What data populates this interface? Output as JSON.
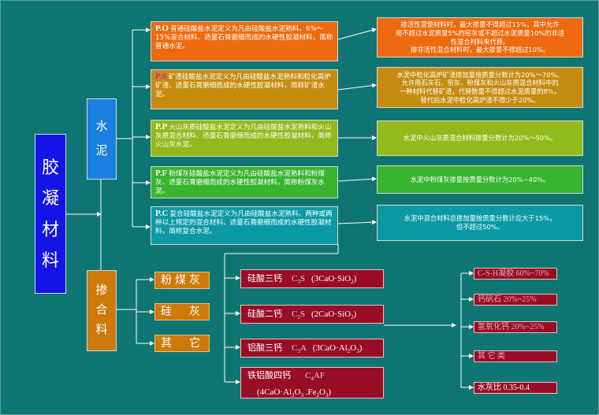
{
  "root": {
    "chars": [
      "胶",
      "凝",
      "材",
      "料"
    ]
  },
  "cement": {
    "chars": [
      "水",
      "泥"
    ],
    "types": [
      {
        "code": "P.O",
        "text": "普通硅酸盐水泥定义为凡由硅酸盐水泥熟料、6%～15%混合材料、适量石膏磨细而成的水硬性胶凝材料，简称普通水泥。",
        "bg": "#ee6a0e",
        "code_color": "#ffffff"
      },
      {
        "code": "P.S",
        "text": "矿渣硅酸盐水泥定义为凡由硅酸盐水泥熟料和粒化高炉矿渣、适量石膏磨细而成的水硬性胶凝材料，简称矿渣水泥。",
        "bg": "#c58c10",
        "code_color": "#e018c8"
      },
      {
        "code": "P.P",
        "text": "火山灰质硅酸盐水泥定义为凡由硅酸盐水泥熟料和火山灰质混合材料、适量石膏磨细而成的水硬性胶凝材料，简称火山灰水泥。",
        "bg": "#93b91c",
        "code_color": "#e018c8"
      },
      {
        "code": "P.F",
        "text": "粉煤灰硅酸盐水泥定义为凡由硅酸盐水泥熟料和粉煤灰、适量石膏磨细而成的水硬性胶凝材料，简称粉煤灰水泥。",
        "bg": "#39b42f",
        "code_color": "#e018c8"
      },
      {
        "code": "P.C",
        "text": "复合硅酸盐水泥定义为凡由硅酸盐水泥熟料、两种或两种以上规定的混合材料、适量石膏磨细而成的水硬性胶凝材料，简称复合水泥。",
        "bg": "#0b9aa5",
        "code_color": "#e018c8"
      }
    ],
    "descriptions": [
      {
        "lines": [
          "掺活性混使材料时，最大掺量不得超过15%，其中允许",
          "用不超过水泥质量5%的窑灰或不超过水泥质量10%的非活",
          "性混合材料来代替。",
          "掺非活性混合材料时，最大掺量不得超过10%。"
        ],
        "bg": "#ee6a0e"
      },
      {
        "lines": [
          "水泥中粒化高炉矿渣掺加量按质量分数计为20%～70%。",
          "允许用石灰石、窑灰、粉煤灰和火山灰质混合材料中的",
          "一种材料代替矿渣，代替数量不得超过水泥质量的8%，",
          "替代后水泥中粒化高炉渣不得少于20%。"
        ],
        "bg": "#c58c10"
      },
      {
        "lines": [
          "水泥中火山灰质混合材料掺量分数计为20%～50%。"
        ],
        "bg": "#93b91c"
      },
      {
        "lines": [
          "水泥中粉煤灰掺量按质量分数计为20%~40%。"
        ],
        "bg": "#39b42f"
      },
      {
        "lines": [
          "水泥中混合材料总掺加量按质量分数计应大于15%，",
          "但不超过50%。"
        ],
        "bg": "#0b9aa5"
      }
    ]
  },
  "admixture": {
    "chars": [
      "掺",
      "合",
      "料"
    ],
    "items": [
      "粉煤灰",
      "硅　灰",
      "其　它"
    ]
  },
  "minerals": [
    {
      "name": "硅酸三钙",
      "sym": "C",
      "sub": "3",
      "sym2": "S",
      "formula": "(3CaO·SiO",
      "fsub": "2",
      "fend": ")"
    },
    {
      "name": "硅酸二钙",
      "sym": "C",
      "sub": "2",
      "sym2": "S",
      "formula": "(2CaO·SiO",
      "fsub": "2",
      "fend": ")"
    },
    {
      "name": "铝酸三钙",
      "sym": "C",
      "sub": "3",
      "sym2": "A",
      "formula": "(3CaO·Al",
      "fsub": "2",
      "fmid": "O",
      "fsub2": "3",
      "fend": ")"
    },
    {
      "name": "铁铝酸四钙",
      "sym": "C",
      "sub": "4",
      "sym2": "AF",
      "formula": "(4CaO·Al",
      "fsub": "2",
      "fmid": "O",
      "fsub2": "3",
      "fmid2": " .Fe",
      "fsub3": "2",
      "fmid3": "O",
      "fsub4": "3",
      "fend": ")"
    }
  ],
  "properties": [
    "C-S-H凝胶  60%~70%",
    "钙矾石  20%~25%",
    "氢氧化钙  20%~25%",
    "其  它  类",
    "水灰比  0.35-0.4"
  ],
  "colors": {
    "background": "#0f7572",
    "line": "#ffffff",
    "mineral": "#990c26",
    "admixture": "#cc7a0a",
    "root": "#1414e6"
  }
}
